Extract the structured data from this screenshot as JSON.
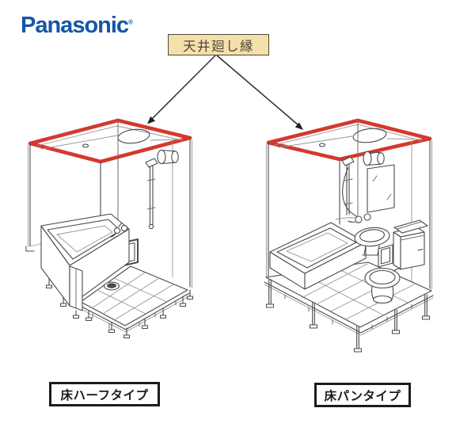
{
  "brand": {
    "logo_text": "Panasonic",
    "logo_mark": "®",
    "logo_color": "#1456A5"
  },
  "callout": {
    "label": "天井廻し縁",
    "bg_color": "#F5E0AC",
    "border_color": "#4c463b",
    "text_color": "#4f4636"
  },
  "colors": {
    "highlight_red": "#D5382E",
    "line_dark": "#4a4a4a",
    "caption_border": "#1c1c1c"
  },
  "diagrams": {
    "left": {
      "caption": "床ハーフタイプ",
      "features": [
        "ceiling-trim-highlight",
        "ceiling-vent",
        "bathtub",
        "shower-bar",
        "ventilation-fan",
        "access-window",
        "half-floor-panel",
        "floor-drain",
        "adjustable-feet"
      ]
    },
    "right": {
      "caption": "床パンタイプ",
      "features": [
        "ceiling-trim-highlight",
        "ceiling-vent",
        "bathtub",
        "shower-bar",
        "ventilation-fan",
        "mirror",
        "washbasin",
        "toilet",
        "shelf",
        "full-floor-pan",
        "adjustable-legs"
      ]
    }
  }
}
